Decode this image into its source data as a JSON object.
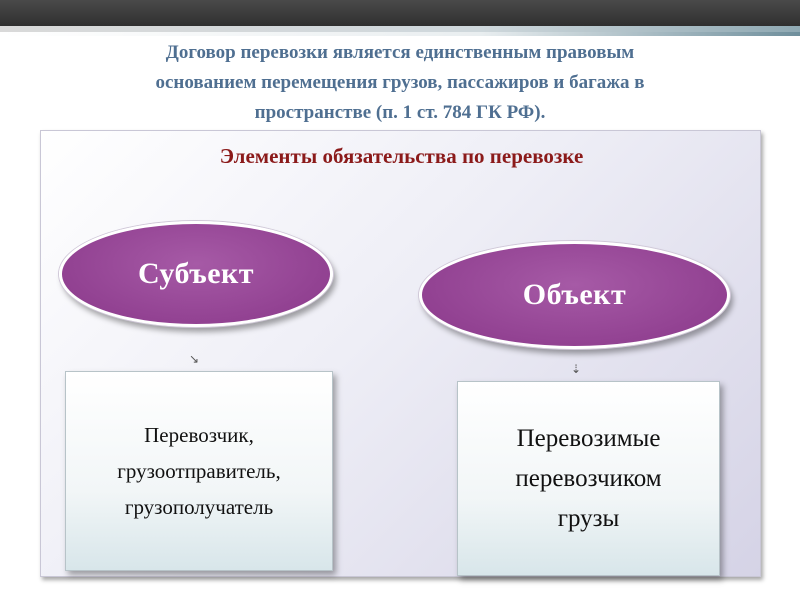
{
  "title": {
    "line1": "Договор перевозки является единственным правовым",
    "line2": "основанием перемещения грузов, пассажиров и багажа в",
    "line3": "пространстве (п. 1 ст. 784 ГК РФ)."
  },
  "panel": {
    "heading": "Элементы обязательства по перевозке"
  },
  "left": {
    "label": "Субъект",
    "arrow": "↘",
    "lines": [
      "Перевозчик,",
      "грузоотправитель,",
      "грузополучатель"
    ]
  },
  "right": {
    "label": "Объект",
    "arrow": "⇣",
    "lines": [
      "Перевозимые",
      "перевозчиком",
      "грузы"
    ]
  },
  "colors": {
    "title": "#4f6f91",
    "heading": "#8b1a1a",
    "ellipse": "#9a4a9a"
  }
}
